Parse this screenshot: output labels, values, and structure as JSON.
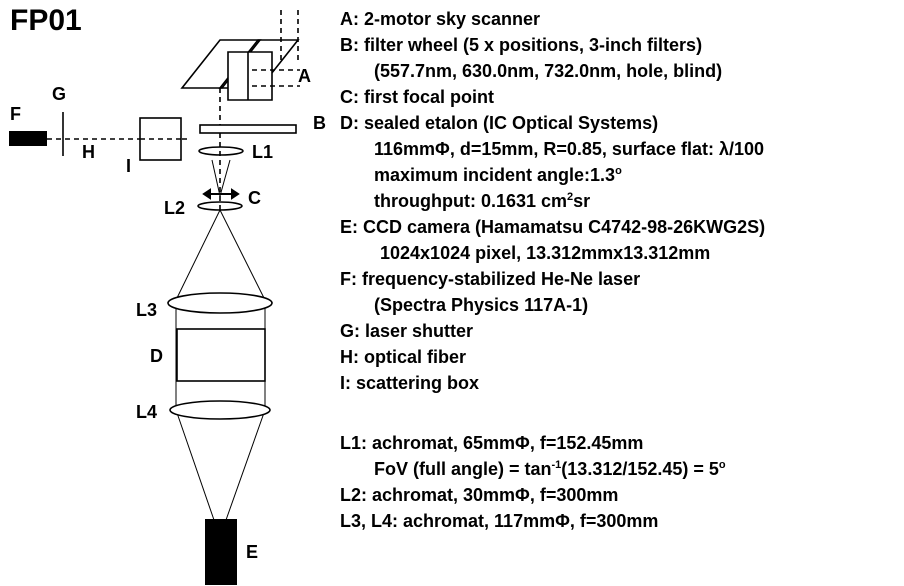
{
  "title": "FP01",
  "diagram_labels": {
    "A": "A",
    "B": "B",
    "C": "C",
    "D": "D",
    "E": "E",
    "F": "F",
    "G": "G",
    "H": "H",
    "I": "I",
    "L1": "L1",
    "L2": "L2",
    "L3": "L3",
    "L4": "L4"
  },
  "legend": {
    "a": "A: 2-motor sky scanner",
    "b": "B: filter wheel (5 x positions, 3-inch filters)",
    "b2": "(557.7nm, 630.0nm, 732.0nm, hole, blind)",
    "c": "C: first focal point",
    "d": "D: sealed etalon (IC Optical Systems)",
    "d2": "116mmΦ, d=15mm, R=0.85, surface flat: λ/100",
    "d3": "maximum incident angle:1.3",
    "d3_sup": "o",
    "d4_pre": "throughput: 0.1631 cm",
    "d4_sup": "2",
    "d4_post": "sr",
    "e": "E: CCD camera (Hamamatsu C4742-98-26KWG2S)",
    "e2": "1024x1024 pixel, 13.312mmx13.312mm",
    "f": "F: frequency-stabilized He-Ne laser",
    "f2": "(Spectra Physics 117A-1)",
    "g": "G: laser shutter",
    "h": "H: optical fiber",
    "i": "I: scattering box",
    "l1": "L1: achromat, 65mmΦ, f=152.45mm",
    "fov_pre": "FoV (full angle) = tan",
    "fov_sup": "-1",
    "fov_mid": "(13.312/152.45) = 5",
    "fov_sup2": "o",
    "l2": "L2: achromat, 30mmΦ, f=300mm",
    "l34": "L3, L4: achromat, 117mmΦ, f=300mm"
  }
}
